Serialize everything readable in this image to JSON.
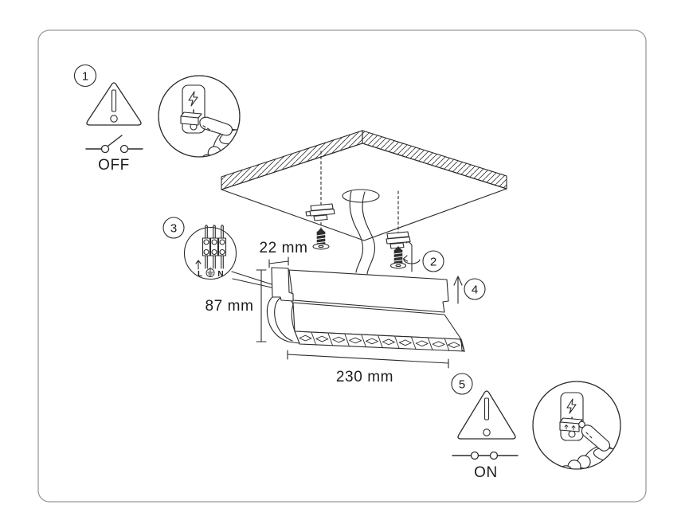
{
  "steps": {
    "s1": {
      "number": "1",
      "switch_label": "OFF"
    },
    "s2": {
      "number": "2"
    },
    "s3": {
      "number": "3"
    },
    "s4": {
      "number": "4"
    },
    "s5": {
      "number": "5",
      "switch_label": "ON"
    }
  },
  "dimensions": {
    "bracket_width": "22 mm",
    "fixture_height": "87 mm",
    "fixture_length": "230 mm"
  },
  "terminal_block": {
    "live": "L",
    "neutral": "N",
    "earth_icon": "earth-ground-icon"
  },
  "colors": {
    "line": "#2b2b2b",
    "border": "#9b9b9b",
    "background": "#ffffff",
    "screw_fill": "#2f2f2f"
  }
}
